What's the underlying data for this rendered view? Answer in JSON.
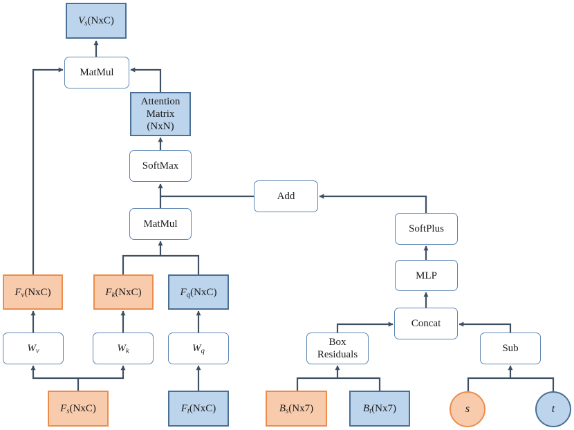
{
  "nodes": {
    "vs": {
      "sym": "V",
      "sub": "s",
      "suffix": "(NxC)"
    },
    "matmul_top": {
      "label": "MatMul"
    },
    "attention": {
      "label": "Attention\nMatrix\n(NxN)"
    },
    "softmax": {
      "label": "SoftMax"
    },
    "add": {
      "label": "Add"
    },
    "matmul_mid": {
      "label": "MatMul"
    },
    "softplus": {
      "label": "SoftPlus"
    },
    "mlp": {
      "label": "MLP"
    },
    "fv": {
      "sym": "F",
      "sub": "v",
      "suffix": "(NxC)"
    },
    "fk": {
      "sym": "F",
      "sub": "k",
      "suffix": "(NxC)"
    },
    "fq": {
      "sym": "F",
      "sub": "q",
      "suffix": "(NxC)"
    },
    "concat": {
      "label": "Concat"
    },
    "wv": {
      "sym": "W",
      "sub": "v"
    },
    "wk": {
      "sym": "W",
      "sub": "k"
    },
    "wq": {
      "sym": "W",
      "sub": "q"
    },
    "box_residuals": {
      "label": "Box\nResiduals"
    },
    "sub_op": {
      "label": "Sub"
    },
    "fs": {
      "sym": "F",
      "sub": "s",
      "suffix": "(NxC)"
    },
    "ft": {
      "sym": "F",
      "sub": "t",
      "suffix": "(NxC)"
    },
    "bs": {
      "sym": "B",
      "sub": "s",
      "suffix": "(Nx7)"
    },
    "bt": {
      "sym": "B",
      "sub": "t",
      "suffix": "(Nx7)"
    },
    "s_circle": {
      "label": "s"
    },
    "t_circle": {
      "label": "t"
    }
  },
  "colors": {
    "edge": "#3f4f62",
    "blue_fill": "#bcd4ec",
    "orange_fill": "#f8cbad",
    "op_border": "#5b84b3"
  }
}
